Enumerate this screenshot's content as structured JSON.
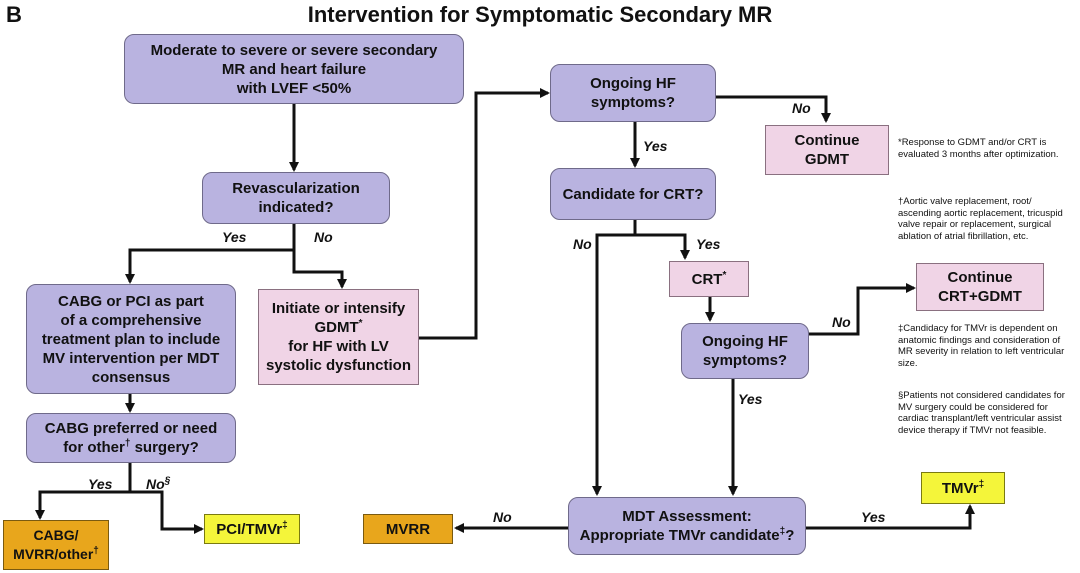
{
  "panel_label": "B",
  "title": "Intervention for Symptomatic Secondary MR",
  "nodes": {
    "start": {
      "lines": [
        "Moderate to severe or severe secondary",
        "MR and heart failure",
        "with LVEF <50%"
      ]
    },
    "revasc": {
      "lines": [
        "Revascularization",
        "indicated?"
      ]
    },
    "cabg_pci": {
      "lines": [
        "CABG or PCI as part",
        "of a comprehensive",
        "treatment plan to include",
        "MV intervention per MDT",
        "consensus"
      ]
    },
    "initiate": {
      "lines": [
        "Initiate or intensify",
        "GDMT",
        "for HF with LV",
        "systolic dysfunction"
      ],
      "sup": "*"
    },
    "cabg_pref": {
      "lines": [
        "CABG preferred or need",
        "for other",
        "surgery?"
      ],
      "sup": "†"
    },
    "cabg_mvrr": {
      "lines": [
        "CABG/",
        "MVRR/other"
      ],
      "sup": "†"
    },
    "pci_tmvr": {
      "text": "PCI/TMVr",
      "sup": "‡"
    },
    "ongoing1": {
      "lines": [
        "Ongoing HF",
        "symptoms?"
      ]
    },
    "continue_gdmt": {
      "text": "Continue GDMT"
    },
    "candidate_crt": {
      "text": "Candidate for CRT?"
    },
    "crt": {
      "text": "CRT",
      "sup": "*"
    },
    "continue_crt": {
      "lines": [
        "Continue",
        "CRT+GDMT"
      ]
    },
    "ongoing2": {
      "lines": [
        "Ongoing HF",
        "symptoms?"
      ]
    },
    "mdt": {
      "lines": [
        "MDT Assessment:",
        "Appropriate TMVr candidate",
        "?"
      ],
      "sup": "‡"
    },
    "mvrr": {
      "text": "MVRR"
    },
    "tmvr": {
      "text": "TMVr",
      "sup": "‡"
    }
  },
  "edge_labels": {
    "yes": "Yes",
    "no": "No",
    "no_section": "No",
    "section": "§"
  },
  "notes": {
    "star": "*Response to GDMT and/or CRT is evaluated 3 months after optimization.",
    "dagger": "†Aortic valve replacement, root/ ascending aortic replacement, tricuspid valve repair or replacement, surgical ablation of atrial fibrillation, etc.",
    "ddagger": "‡Candidacy for TMVr is dependent on anatomic findings and consideration of MR severity in relation to left ventricular size.",
    "section": "§Patients not considered candidates for MV surgery could be considered for cardiac transplant/left ventricular assist device therapy if TMVr not feasible."
  },
  "colors": {
    "purple": "#b9b3e0",
    "pink": "#f0d4e6",
    "orange": "#e8a61c",
    "yellow": "#f4f53a"
  }
}
